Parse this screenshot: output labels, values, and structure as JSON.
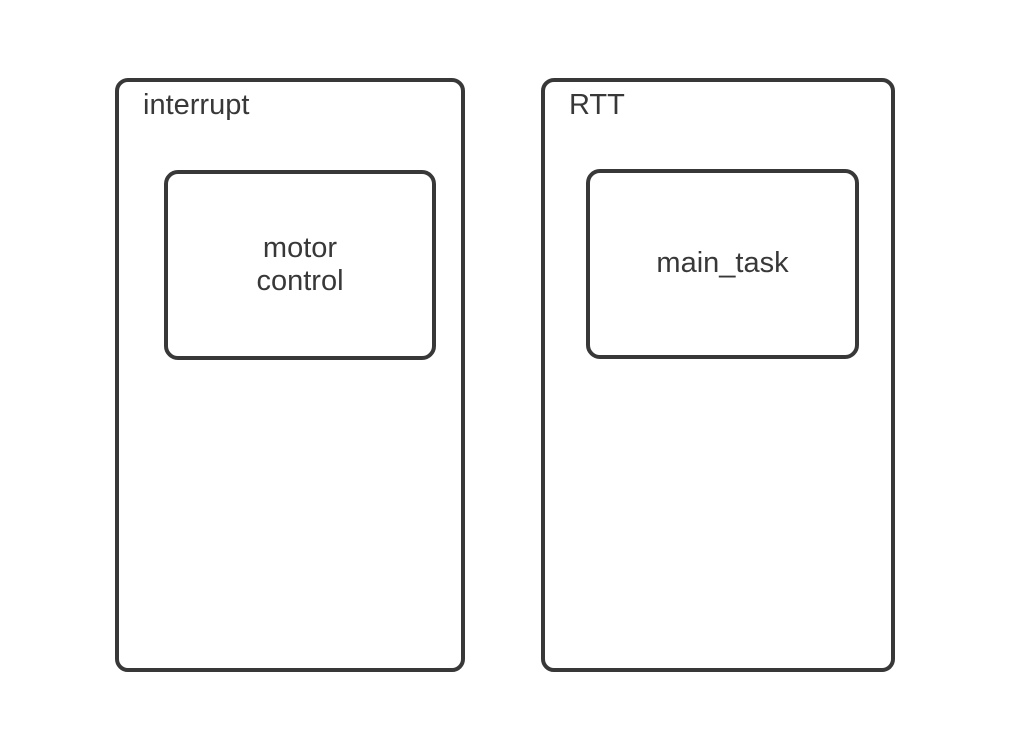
{
  "diagram": {
    "colors": {
      "stroke": "#383838",
      "text": "#383838",
      "background": "#ffffff"
    },
    "containers": [
      {
        "label": "interrupt",
        "child": {
          "label": "motor\ncontrol"
        }
      },
      {
        "label": "RTT",
        "child": {
          "label": "main_task"
        }
      }
    ]
  }
}
